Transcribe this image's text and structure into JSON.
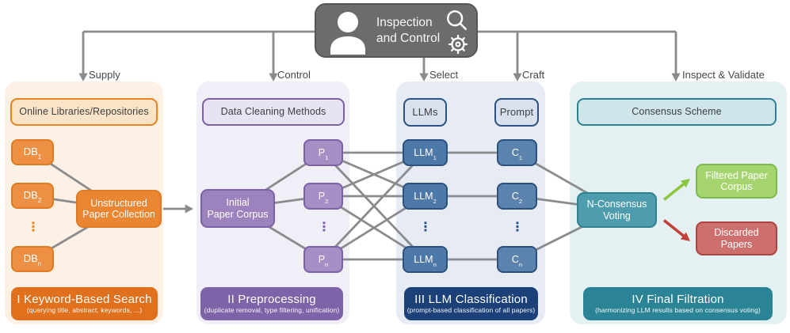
{
  "inspection_box": {
    "title_line1": "Inspection",
    "title_line2": "and Control"
  },
  "flow_labels": {
    "supply": "Supply",
    "control": "Control",
    "select": "Select",
    "craft": "Craft",
    "inspect": "Inspect & Validate"
  },
  "sections": {
    "search": {
      "header": "Online Libraries/Repositories",
      "db": [
        {
          "base": "DB",
          "sub": "1"
        },
        {
          "base": "DB",
          "sub": "2"
        },
        {
          "base": "DB",
          "sub": "n"
        }
      ],
      "collection": [
        "Unstructured",
        "Paper Collection"
      ],
      "footer": {
        "title": "I Keyword-Based Search",
        "subtitle": "(querying title, abstract, keywords, ...)"
      }
    },
    "preprocessing": {
      "header": "Data Cleaning Methods",
      "corpus": [
        "Initial",
        "Paper Corpus"
      ],
      "p": [
        {
          "base": "P",
          "sub": "1"
        },
        {
          "base": "P",
          "sub": "2"
        },
        {
          "base": "P",
          "sub": "n"
        }
      ],
      "footer": {
        "title": "II Preprocessing",
        "subtitle": "(duplicate removal, type filtering, unification)"
      }
    },
    "classification": {
      "header_llms": "LLMs",
      "header_prompt": "Prompt",
      "llm": [
        {
          "base": "LLM",
          "sub": "1"
        },
        {
          "base": "LLM",
          "sub": "2"
        },
        {
          "base": "LLM",
          "sub": "n"
        }
      ],
      "c": [
        {
          "base": "C",
          "sub": "1"
        },
        {
          "base": "C",
          "sub": "2"
        },
        {
          "base": "C",
          "sub": "n"
        }
      ],
      "footer": {
        "title": "III LLM Classification",
        "subtitle": "(prompt-based classification of all papers)"
      }
    },
    "filtration": {
      "header": "Consensus Scheme",
      "voting": [
        "N-Consensus",
        "Voting"
      ],
      "filtered": [
        "Filtered Paper",
        "Corpus"
      ],
      "discarded": [
        "Discarded",
        "Papers"
      ],
      "footer": {
        "title": "IV Final Filtration",
        "subtitle": "(harmonizing LLM results based on consensus voting)"
      }
    }
  },
  "symbols": {
    "vertical_ellipsis": "⋮"
  },
  "colors": {
    "search_accent": "#e8831f",
    "preprocessing_accent": "#7d60a5",
    "classification_accent": "#2b5180",
    "filtration_accent": "#2f8092",
    "filtered_green": "#8cc63f",
    "discarded_red": "#bf4137",
    "connector_gray": "#8a8b8d",
    "inspection_box_gray": "#6b6c6e"
  }
}
